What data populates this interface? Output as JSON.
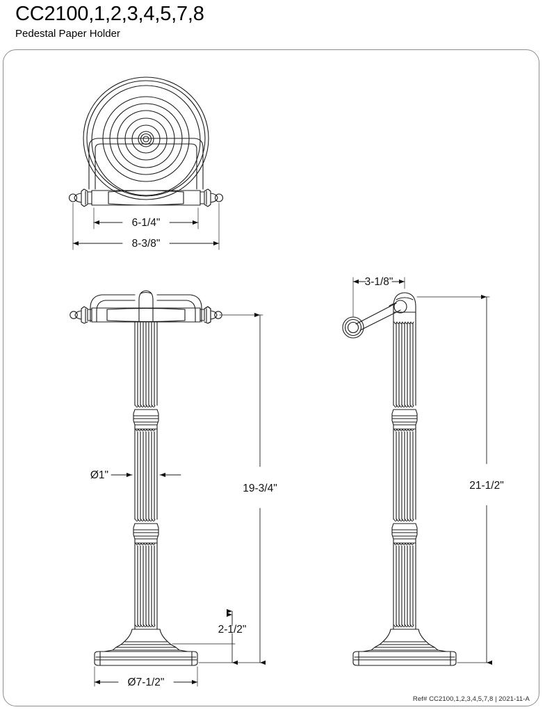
{
  "header": {
    "title": "CC2100,1,2,3,4,5,7,8",
    "subtitle": "Pedestal Paper Holder"
  },
  "footer": {
    "reference": "Ref# CC2100,1,2,3,4,5,7,8 | 2021-11-A"
  },
  "drawing": {
    "line_color": "#1a1a1a",
    "frame_color": "#8d8d8d",
    "background": "#ffffff",
    "views": [
      {
        "id": "top-view",
        "name": "Top / Plan View of paper holder head"
      },
      {
        "id": "front-view",
        "name": "Front elevation of pedestal paper holder"
      },
      {
        "id": "side-view",
        "name": "Side elevation of pedestal paper holder"
      }
    ]
  },
  "dimensions": {
    "top_inner_width": "6-1/4\"",
    "top_outer_width": "8-3/8\"",
    "post_diameter": "Ø1\"",
    "front_overall_height": "19-3/4\"",
    "base_height": "2-1/2\"",
    "base_diameter": "Ø7-1/2\"",
    "side_arm_projection": "3-1/8\"",
    "side_overall_height": "21-1/2\""
  }
}
